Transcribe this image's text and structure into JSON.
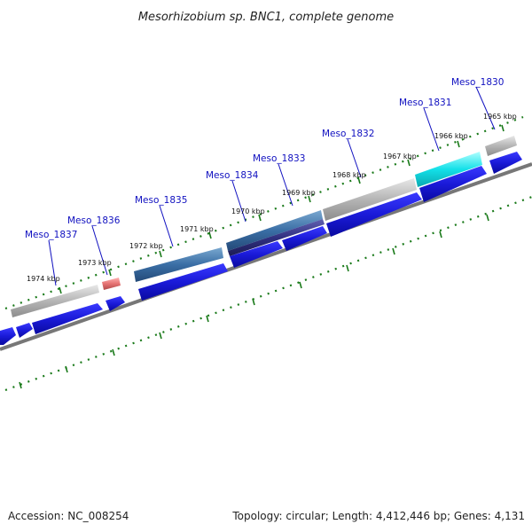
{
  "title": "Mesorhizobium sp. BNC1, complete genome",
  "footer": {
    "accession": "Accession: NC_008254",
    "summary": "Topology: circular; Length: 4,412,446 bp; Genes: 4,131"
  },
  "colors": {
    "forward_cds": "#1a1ad8",
    "gray_feature": "#b8b8b8",
    "pink_feature": "#e57373",
    "steel_feature": "#3a6ea5",
    "navy_feature": "#303080",
    "cyan_feature": "#13e0e8",
    "backbone": "#777777",
    "tick": "#1a7a1a",
    "label": "#1010c0"
  },
  "gene_labels": [
    {
      "name": "Meso_1837"
    },
    {
      "name": "Meso_1836"
    },
    {
      "name": "Meso_1835"
    },
    {
      "name": "Meso_1834"
    },
    {
      "name": "Meso_1833"
    },
    {
      "name": "Meso_1832"
    },
    {
      "name": "Meso_1831"
    },
    {
      "name": "Meso_1830"
    }
  ],
  "kbp_ticks": [
    {
      "label": "1974 kbp"
    },
    {
      "label": "1973 kbp"
    },
    {
      "label": "1972 kbp"
    },
    {
      "label": "1971 kbp"
    },
    {
      "label": "1970 kbp"
    },
    {
      "label": "1969 kbp"
    },
    {
      "label": "1968 kbp"
    },
    {
      "label": "1967 kbp"
    },
    {
      "label": "1966 kbp"
    },
    {
      "label": "1965 kbp"
    }
  ]
}
